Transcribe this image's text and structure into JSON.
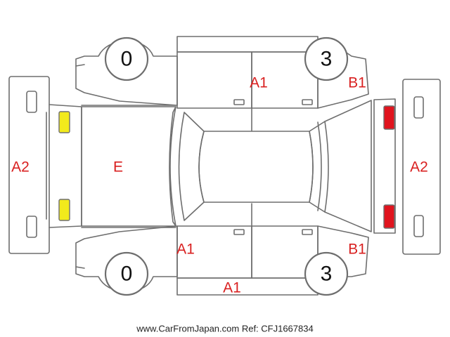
{
  "tires": {
    "front_left": "0",
    "front_right": "3",
    "rear_left": "0",
    "rear_right": "3"
  },
  "damage_codes": {
    "front_bumper": "A2",
    "rear_bumper": "A2",
    "hood": "E",
    "left_doors": "A1",
    "left_quarter": "B1",
    "right_front_fender": "A1",
    "right_doors_rocker": "A1",
    "right_quarter": "B1"
  },
  "colors": {
    "code_text": "#d92020",
    "headlight": "#f2ea1c",
    "taillight": "#e0141e",
    "outline": "#6e6e6e"
  },
  "footer": "www.CarFromJapan.com Ref: CFJ1667834"
}
